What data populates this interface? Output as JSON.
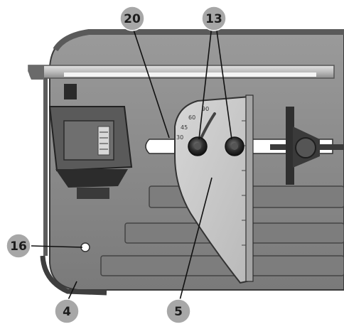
{
  "figure": {
    "callouts": [
      {
        "id": "c20",
        "label": "20"
      },
      {
        "id": "c13",
        "label": "13"
      },
      {
        "id": "c16",
        "label": "16"
      },
      {
        "id": "c4",
        "label": "4"
      },
      {
        "id": "c5",
        "label": "5"
      }
    ],
    "plate_scale_marks": [
      "90",
      "60",
      "45",
      "30"
    ],
    "colors": {
      "callout_badge": "#a7a7a7",
      "callout_text": "#1c1c1c",
      "case_body": "#8a8a8a",
      "case_dark": "#4a4a4a",
      "plate": "#c8c8c8",
      "slot": "#ffffff"
    }
  }
}
